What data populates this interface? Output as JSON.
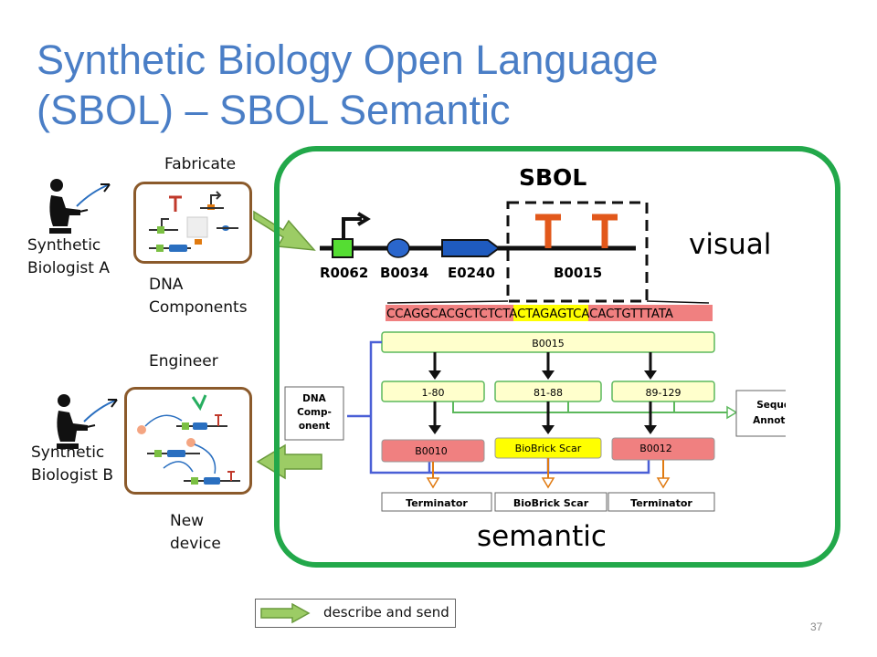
{
  "slide": {
    "title_line1": "Synthetic Biology Open Language",
    "title_line2": "(SBOL) – SBOL Semantic",
    "page_number": "37"
  },
  "left": {
    "biologist_a": {
      "line1": "Synthetic",
      "line2": "Biologist A"
    },
    "biologist_b": {
      "line1": "Synthetic",
      "line2": "Biologist B"
    },
    "fabricate": "Fabricate",
    "dna_components": {
      "line1": "DNA",
      "line2": "Components"
    },
    "engineer": "Engineer",
    "new_device": {
      "line1": "New",
      "line2": "device"
    }
  },
  "sbol_box": {
    "sbol_label": "SBOL",
    "visual_label": "visual",
    "semantic_label": "semantic",
    "parts": [
      "R0062",
      "B0034",
      "E0240",
      "B0015"
    ],
    "sequence": {
      "part1": "CCAGGCACGCTCTC",
      "part2": "TACTAGAG",
      "part3": "TCACACTGTTTATA"
    },
    "b0015_box": "B0015",
    "ranges": [
      "1-80",
      "81-88",
      "89-129"
    ],
    "subparts": [
      "B0010",
      "BioBrick Scar",
      "B0012"
    ],
    "types": [
      "Terminator",
      "BioBrick Scar",
      "Terminator"
    ],
    "dna_component": {
      "line1": "DNA",
      "line2": "Comp-",
      "line3": "onent"
    },
    "sequence_annotation": {
      "line1": "Sequence",
      "line2": "Annotation"
    }
  },
  "legend": {
    "describe_send": "describe and send"
  },
  "colors": {
    "title": "#4a7ec6",
    "frame_green": "#22a84a",
    "arrow_green": "#9ccc65",
    "brown_border": "#8b5a2b",
    "sequence_red": "#f08080",
    "sequence_yellow": "#ffff00",
    "blue_line": "#4a5fd6",
    "green_line": "#5cb85c",
    "orange": "#e07a10"
  }
}
